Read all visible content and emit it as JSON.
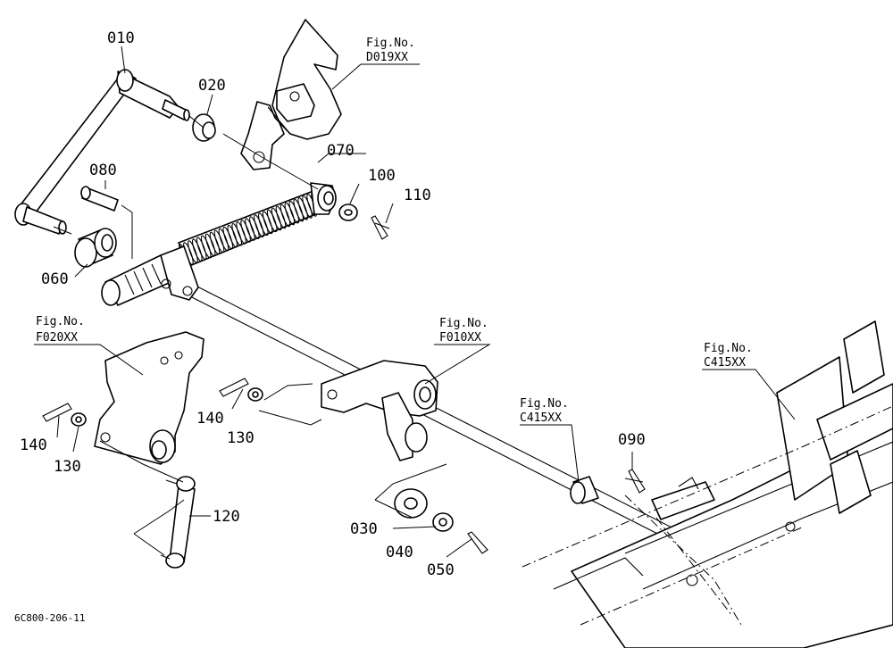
{
  "parts": [
    {
      "id": "p010",
      "label": "010"
    },
    {
      "id": "p020",
      "label": "020"
    },
    {
      "id": "p030",
      "label": "030"
    },
    {
      "id": "p040",
      "label": "040"
    },
    {
      "id": "p050",
      "label": "050"
    },
    {
      "id": "p060",
      "label": "060"
    },
    {
      "id": "p070",
      "label": "070"
    },
    {
      "id": "p080",
      "label": "080"
    },
    {
      "id": "p090",
      "label": "090"
    },
    {
      "id": "p100",
      "label": "100"
    },
    {
      "id": "p110",
      "label": "110"
    },
    {
      "id": "p120",
      "label": "120"
    },
    {
      "id": "p130a",
      "label": "130"
    },
    {
      "id": "p130b",
      "label": "130"
    },
    {
      "id": "p140a",
      "label": "140"
    },
    {
      "id": "p140b",
      "label": "140"
    }
  ],
  "figure_refs": [
    {
      "id": "d019",
      "title": "Fig.No.",
      "code": "D019XX"
    },
    {
      "id": "f020",
      "title": "Fig.No.",
      "code": "F020XX"
    },
    {
      "id": "f010",
      "title": "Fig.No.",
      "code": "F010XX"
    },
    {
      "id": "c415a",
      "title": "Fig.No.",
      "code": "C415XX"
    },
    {
      "id": "c415b",
      "title": "Fig.No.",
      "code": "C415XX"
    }
  ],
  "drawing_code": "6C800-206-11"
}
